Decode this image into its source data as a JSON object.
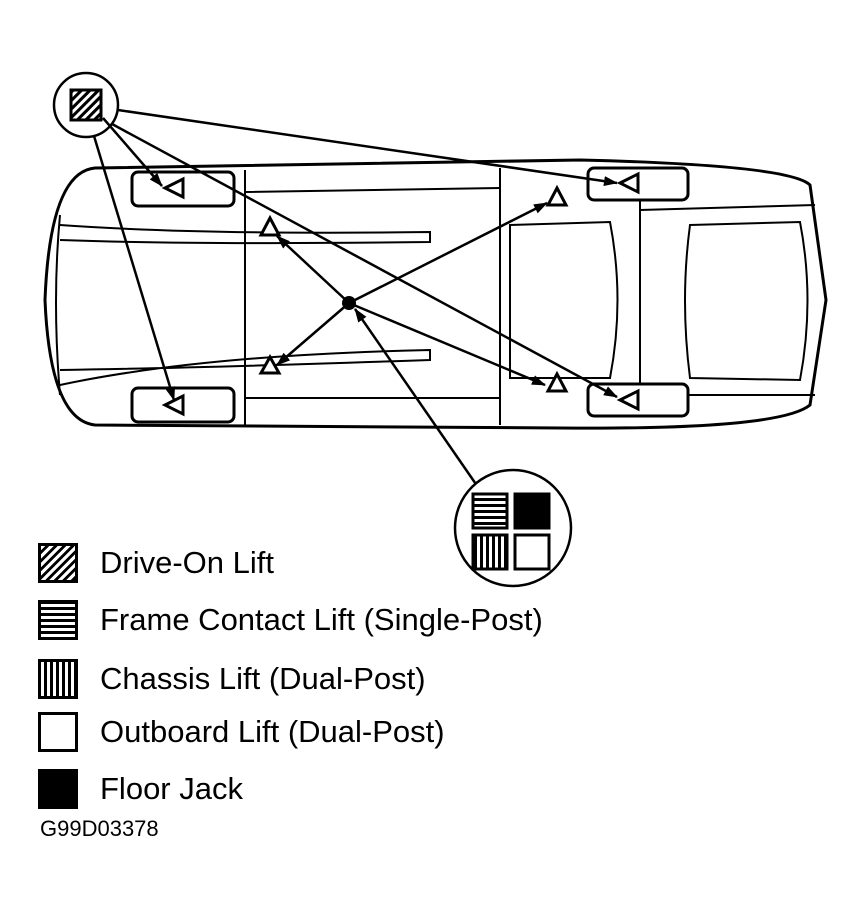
{
  "legend": [
    {
      "pattern": "diagonal-hatch",
      "label": "Drive-On Lift"
    },
    {
      "pattern": "horizontal-lines",
      "label": "Frame Contact Lift (Single-Post)"
    },
    {
      "pattern": "vertical-lines",
      "label": "Chassis Lift (Dual-Post)"
    },
    {
      "pattern": "empty",
      "label": "Outboard Lift (Dual-Post)"
    },
    {
      "pattern": "solid",
      "label": "Floor Jack"
    }
  ],
  "figure_id": "G99D03378",
  "colors": {
    "ink": "#000000",
    "paper": "#ffffff"
  }
}
